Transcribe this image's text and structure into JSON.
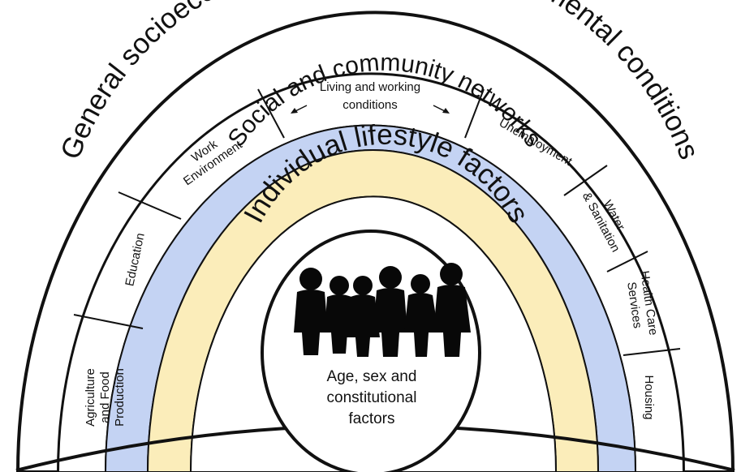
{
  "colors": {
    "outline": "#111111",
    "social_ring": "#c4d3f3",
    "lifestyle_ring": "#fbedba",
    "core": "#ffffff",
    "people": "#080808"
  },
  "rings": {
    "outer": "General socioeconomic, cultural and environmental conditions",
    "social": "Social and community networks",
    "lifestyle": "Individual lifestyle factors"
  },
  "segments": {
    "agriculture": [
      "Agriculture",
      "and Food",
      "Production"
    ],
    "education": [
      "Education"
    ],
    "work": [
      "Work",
      "Environment"
    ],
    "living": [
      "Living and working",
      "conditions"
    ],
    "unemployment": [
      "Unemployment"
    ],
    "water": [
      "Water",
      "& Sanitation"
    ],
    "health": [
      "Health Care",
      "Services"
    ],
    "housing": [
      "Housing"
    ]
  },
  "core": {
    "lines": [
      "Age, sex and",
      "constitutional",
      "factors"
    ],
    "icon": "people-silhouettes-icon"
  }
}
